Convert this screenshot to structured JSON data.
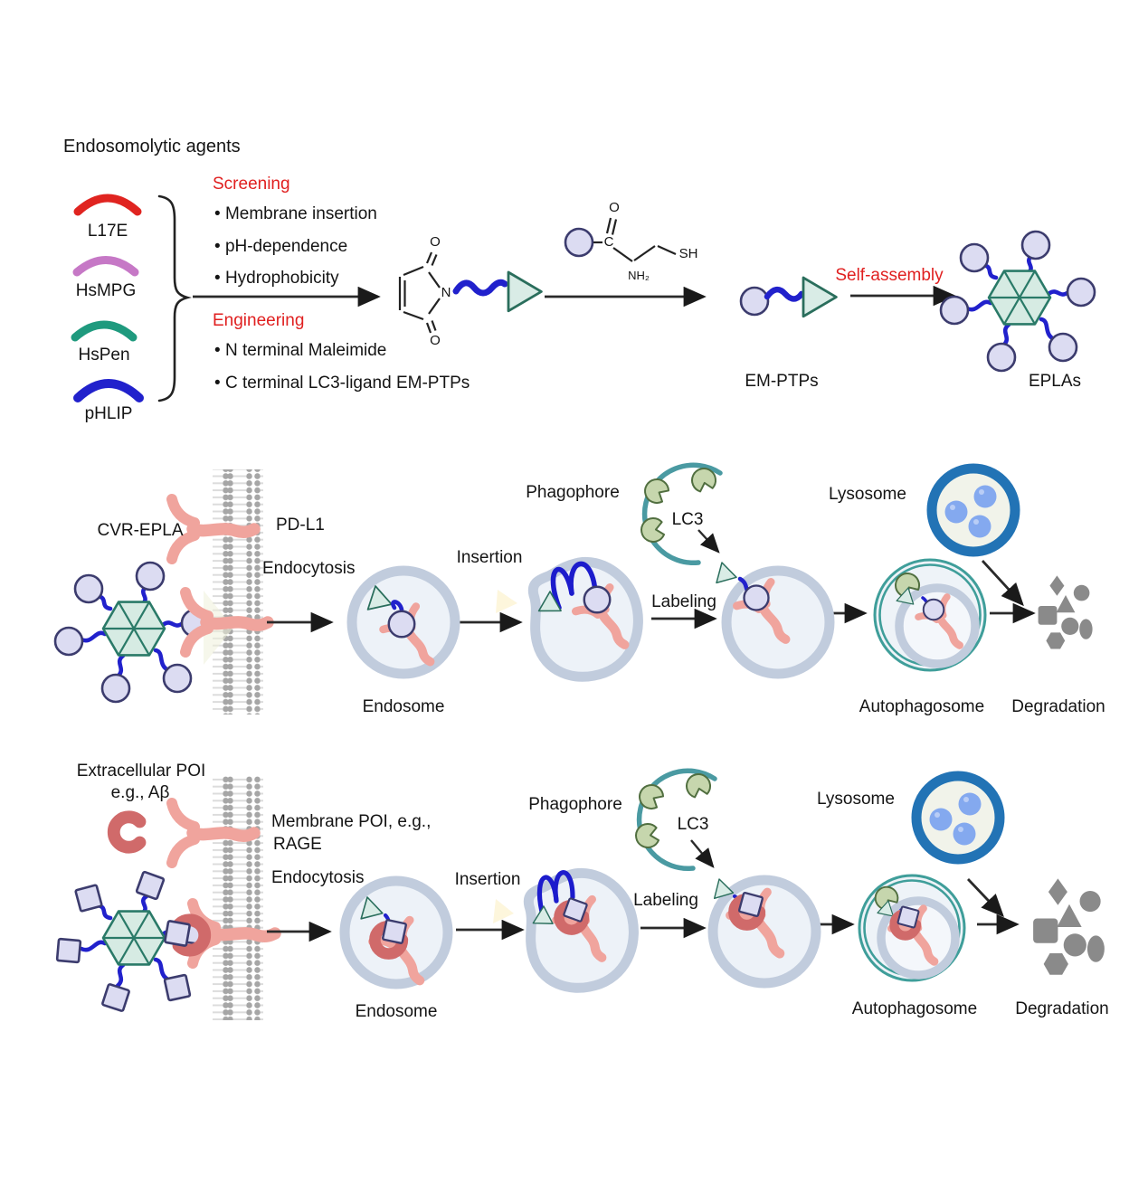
{
  "title": "Endosomolytic agents",
  "agents": [
    {
      "name": "L17E",
      "color": "#e02420"
    },
    {
      "name": "HsMPG",
      "color": "#c678c6"
    },
    {
      "name": "HsPen",
      "color": "#1f9a7e"
    },
    {
      "name": "pHLIP",
      "color": "#2121cc"
    }
  ],
  "screening": {
    "title": "Screening",
    "bullets": [
      "Membrane insertion",
      "pH-dependence",
      "Hydrophobicity"
    ]
  },
  "engineering": {
    "title": "Engineering",
    "bullets": [
      "N terminal Maleimide",
      "C terminal LC3-ligand EM-PTPs"
    ]
  },
  "chem": {
    "o": "O",
    "n": "N",
    "c": "C",
    "nh2": "NH₂",
    "sh": "SH"
  },
  "self_assembly": "Self-assembly",
  "em_ptps": "EM-PTPs",
  "eplas": "EPLAs",
  "p1": {
    "cvr_epla": "CVR-EPLA",
    "pd_l1": "PD-L1",
    "endocytosis": "Endocytosis",
    "endosome": "Endosome",
    "insertion": "Insertion",
    "phagophore": "Phagophore",
    "lc3": "LC3",
    "labeling": "Labeling",
    "lysosome": "Lysosome",
    "autophagosome": "Autophagosome",
    "degradation": "Degradation"
  },
  "p2": {
    "extracellular_poi": "Extracellular POI",
    "eg_abeta": "e.g., Aβ",
    "membrane_poi_line1": "Membrane POI, e.g.,",
    "membrane_poi_line2": "RAGE",
    "endocytosis": "Endocytosis",
    "endosome": "Endosome",
    "insertion": "Insertion",
    "phagophore": "Phagophore",
    "lc3": "LC3",
    "labeling": "Labeling",
    "lysosome": "Lysosome",
    "autophagosome": "Autophagosome",
    "degradation": "Degradation"
  },
  "colors": {
    "accent_red": "#e02020",
    "membrane_gray": "#a6a6a6",
    "receptor_pink": "#f0a49d",
    "abeta_pink": "#d06a6a",
    "peptide_blue": "#2121cc",
    "triangle_teal_fill": "#d9ece6",
    "triangle_teal_stroke": "#2a6e5c",
    "cargo_lavender": "#dcdcf2",
    "endosome_ring": "#c1ccdd",
    "phagophore_teal": "#4a9aa2",
    "lc3_green": "#c6d6ad",
    "lysosome_blue": "#2273b5",
    "lysosome_dot": "#84a9ef",
    "autophagosome_teal": "#3f9e9a",
    "degradation_gray": "#8a8a8a"
  }
}
